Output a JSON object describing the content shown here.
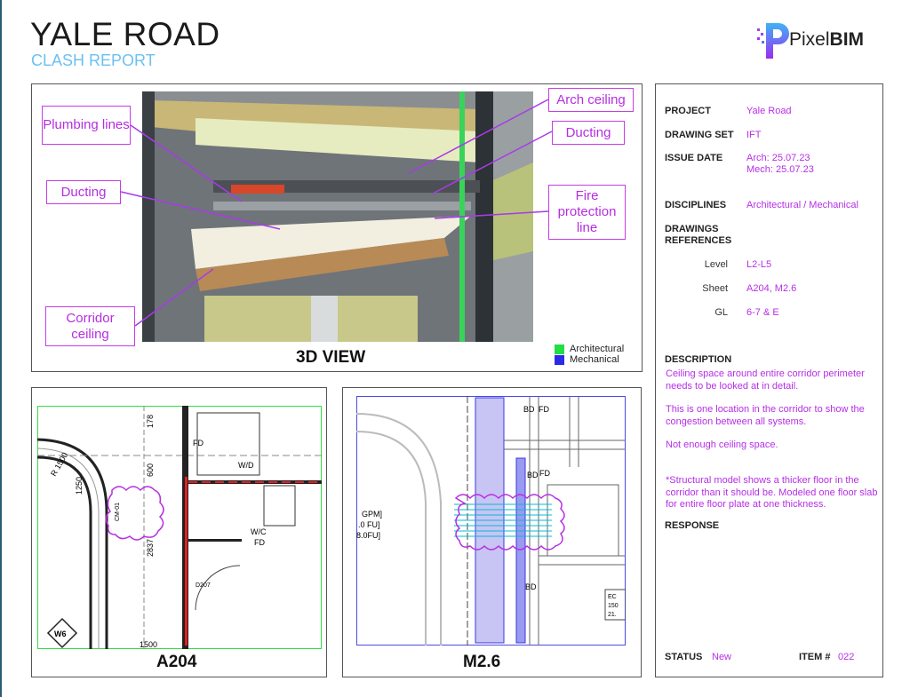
{
  "header": {
    "title": "YALE ROAD",
    "subtitle": "CLASH REPORT",
    "logo": {
      "text_light": "Pixel",
      "text_bold": "BIM"
    }
  },
  "view3d": {
    "caption": "3D VIEW",
    "callouts": {
      "plumbing": "Plumbing lines",
      "ducting_left": "Ducting",
      "corridor": "Corridor ceiling",
      "arch": "Arch ceiling",
      "ducting_right": "Ducting",
      "fire": "Fire protection line"
    },
    "legend": [
      {
        "label": "Architectural",
        "color": "#22dd44"
      },
      {
        "label": "Mechanical",
        "color": "#2a2ae8"
      }
    ]
  },
  "drawings": [
    {
      "caption": "A204",
      "labels": {
        "r": "R 1500",
        "d1250": "1250",
        "d600": "600",
        "d2837": "2837",
        "d178": "178",
        "d1500": "1500",
        "fd1": "FD",
        "wd": "W/D",
        "wc": "W/C",
        "fd2": "FD",
        "door": "D207",
        "tag": "CM-01",
        "grid": "W6"
      }
    },
    {
      "caption": "M2.6",
      "labels": {
        "bd1": "BD",
        "fd1": "FD",
        "bd2": "BD",
        "fd2": "FD",
        "bd3": "BD",
        "gpm": "GPM]",
        ".0fu": ".0 FU]",
        "8fu": "8.0FU]",
        "e": "EC",
        "n150": "150",
        "n21": "21."
      }
    }
  ],
  "info": {
    "project": {
      "label": "PROJECT",
      "value": "Yale Road"
    },
    "drawing_set": {
      "label": "DRAWING SET",
      "value": "IFT"
    },
    "issue_date": {
      "label": "ISSUE DATE",
      "arch": "Arch: 25.07.23",
      "mech": "Mech: 25.07.23"
    },
    "disciplines": {
      "label": "DISCIPLINES",
      "value": "Architectural / Mechanical"
    },
    "references": {
      "label1": "DRAWINGS",
      "label2": "REFERENCES",
      "level": {
        "label": "Level",
        "value": "L2-L5"
      },
      "sheet": {
        "label": "Sheet",
        "value": "A204, M2.6"
      },
      "gl": {
        "label": "GL",
        "value": "6-7 & E"
      }
    },
    "description": {
      "label": "DESCRIPTION",
      "p1": "Ceiling space around entire corridor perimeter needs to be looked at in detail.",
      "p2": "This is one location in the corridor to show the congestion between all systems.",
      "p3": "Not enough ceiling space.",
      "p4": "*Structural model shows a thicker floor in the corridor than it should be. Modeled one floor slab for entire floor plate at one thickness."
    },
    "response": {
      "label": "RESPONSE"
    },
    "status": {
      "label": "STATUS",
      "value": "New"
    },
    "item": {
      "label": "ITEM #",
      "value": "022"
    }
  },
  "colors": {
    "accent": "#b62ee6",
    "subtitle": "#6cc0f2",
    "mechanical": "#2a2ae8",
    "architectural": "#22dd44"
  }
}
